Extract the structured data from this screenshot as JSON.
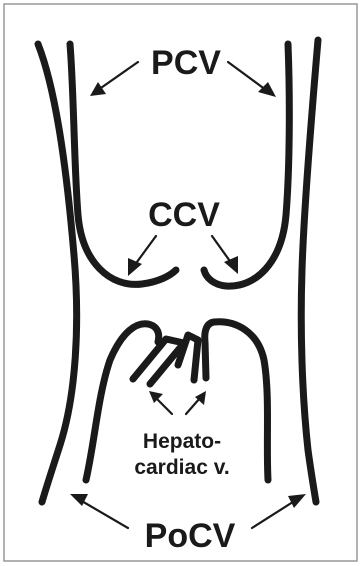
{
  "labels": {
    "pcv": "PCV",
    "ccv": "CCV",
    "hepato_line1": "Hepato-",
    "hepato_line2": "cardiac v.",
    "pocv": "PoCV"
  },
  "colors": {
    "stroke": "#1a1a1a",
    "background": "#ffffff",
    "frame": "#999999"
  }
}
